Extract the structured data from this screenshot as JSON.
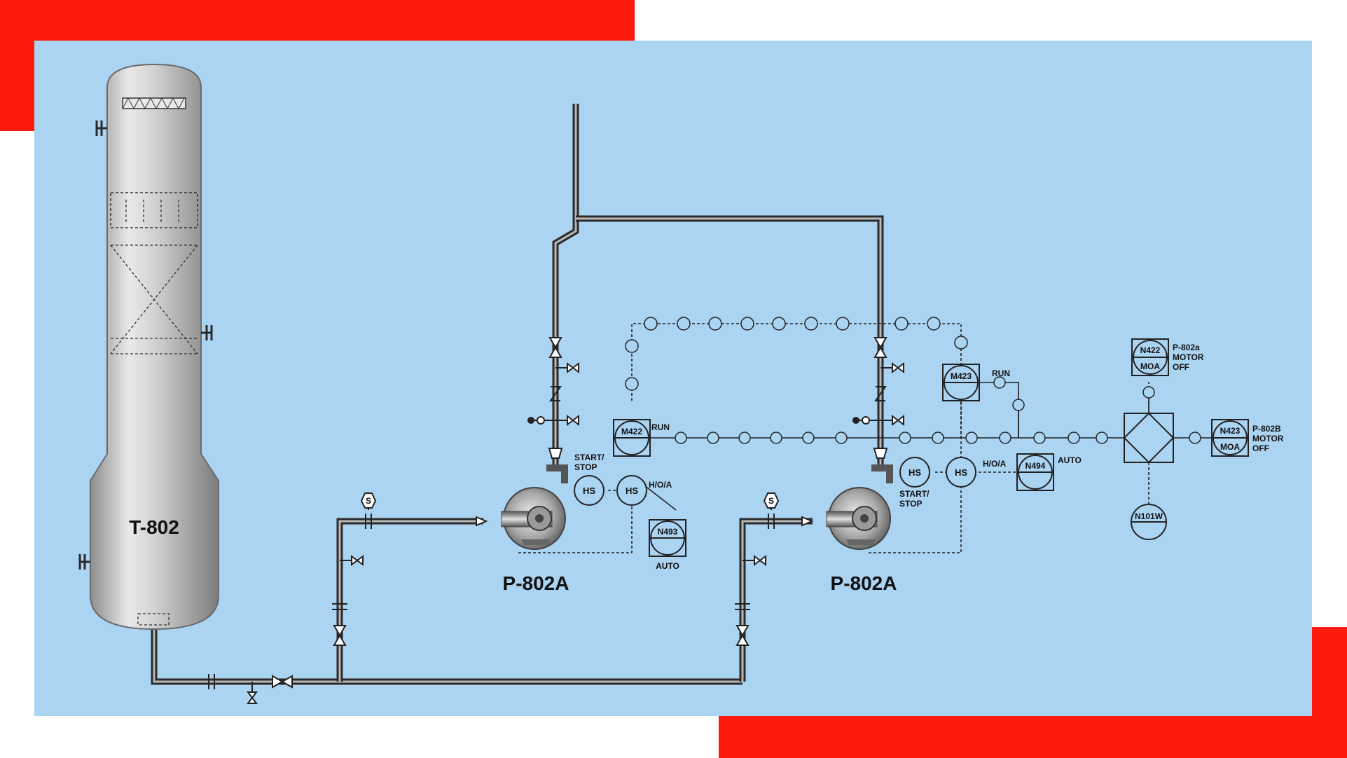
{
  "colors": {
    "frame_accent": "#ff1a0e",
    "background": "#abd3f2",
    "pipe": "#3a3a3a",
    "vessel": "#c8c8c8"
  },
  "vessel": {
    "tag": "T-802"
  },
  "pumps": [
    {
      "tag": "P-802A"
    },
    {
      "tag": "P-802A"
    }
  ],
  "instruments": {
    "m422": {
      "tag": "M422",
      "status": "RUN"
    },
    "m423": {
      "tag": "M423",
      "status": "RUN"
    },
    "hs_start_stop_a": {
      "tag": "HS",
      "label_line1": "START/",
      "label_line2": "STOP"
    },
    "hs_hoa_a": {
      "tag": "HS",
      "label": "H/O/A"
    },
    "n493": {
      "tag": "N493",
      "status": "AUTO"
    },
    "hs_start_stop_b": {
      "tag": "HS",
      "label_line1": "START/",
      "label_line2": "STOP"
    },
    "hs_hoa_b": {
      "tag": "HS",
      "label": "H/O/A"
    },
    "n494": {
      "tag": "N494",
      "status": "AUTO"
    },
    "n422": {
      "tag_top": "N422",
      "tag_bottom": "MOA",
      "label_line1": "P-802a",
      "label_line2": "MOTOR",
      "label_line3": "OFF"
    },
    "n423": {
      "tag_top": "N423",
      "tag_bottom": "MOA",
      "label_line1": "P-802B",
      "label_line2": "MOTOR",
      "label_line3": "OFF"
    },
    "n101w": {
      "tag": "N101W"
    }
  },
  "symbols": {
    "solenoid_a": "S",
    "solenoid_b": "S"
  }
}
